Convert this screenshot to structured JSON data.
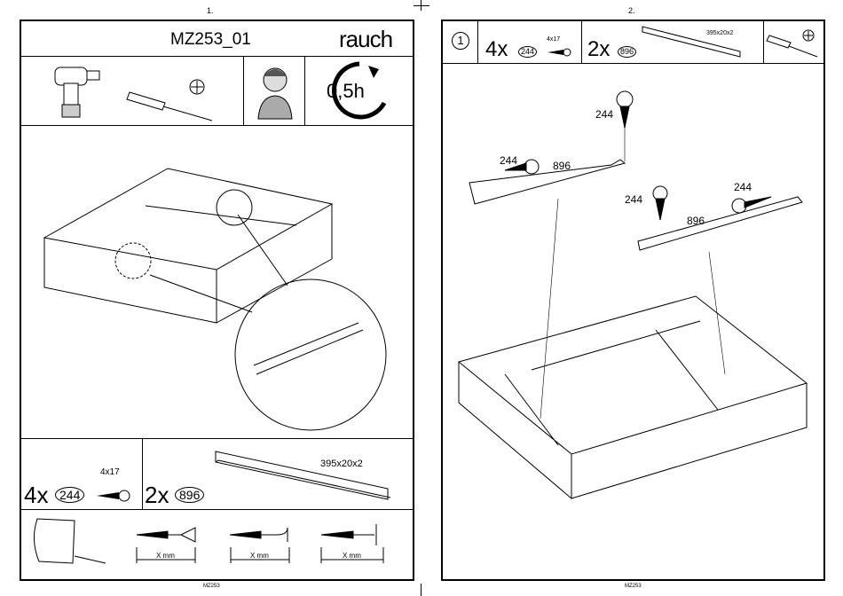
{
  "page1": {
    "page_number": "1.",
    "title": "MZ253_01",
    "brand_logo": "rauch",
    "time_estimate": "0,5h",
    "parts": [
      {
        "quantity": "4x",
        "part_no": "244",
        "size": "4x17",
        "icon": "screw-icon"
      },
      {
        "quantity": "2x",
        "part_no": "896",
        "size": "395x20x2",
        "icon": "metal-bar-icon"
      }
    ],
    "screw_legend": [
      "X mm",
      "X mm",
      "X mm"
    ],
    "footer": "MZ253"
  },
  "page2": {
    "page_number": "2.",
    "step": "1",
    "parts": [
      {
        "quantity": "4x",
        "part_no": "244",
        "size": "4x17"
      },
      {
        "quantity": "2x",
        "part_no": "896",
        "size": "395x20x2"
      }
    ],
    "labels": {
      "screw_a": "244",
      "screw_b": "244",
      "screw_c": "244",
      "screw_d": "244",
      "bar_a": "896",
      "bar_b": "896"
    },
    "footer": "MZ253"
  }
}
